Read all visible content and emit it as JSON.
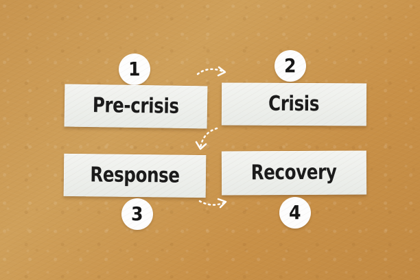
{
  "steps": [
    {
      "number": "1",
      "label": "Pre-crisis"
    },
    {
      "number": "2",
      "label": "Crisis"
    },
    {
      "number": "3",
      "label": "Response"
    },
    {
      "number": "4",
      "label": "Recovery"
    }
  ],
  "colors": {
    "background": "#c8954f",
    "card": "#eef0ed",
    "text": "#1a1a1a",
    "badge": "#fdfdfd",
    "arrow": "#ffffff"
  },
  "icons": {
    "arrow_1_to_2": "curved-dashed-arrow-right-icon",
    "arrow_2_to_3": "curved-dashed-arrow-down-left-icon",
    "arrow_3_to_4": "curved-dashed-arrow-right-icon"
  }
}
